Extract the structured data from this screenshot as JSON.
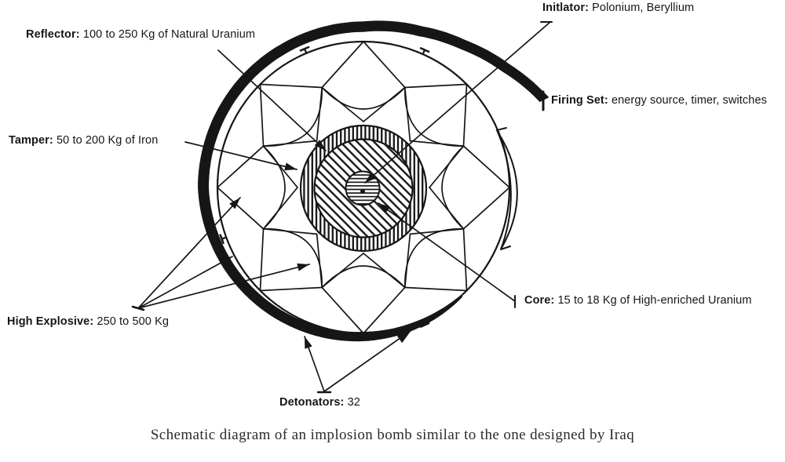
{
  "meta": {
    "ink": "#161616",
    "background": "#ffffff",
    "title": "Implosion bomb schematic"
  },
  "labels": {
    "initiator": {
      "name": "Initlator:",
      "value": "Polonium, Beryllium"
    },
    "reflector": {
      "name": "Reflector:",
      "value": "100 to 250 Kg of Natural Uranium"
    },
    "firing_set": {
      "name": "Firing Set:",
      "value": "energy source, timer, switches"
    },
    "tamper": {
      "name": "Tamper:",
      "value": "50 to 200 Kg of Iron"
    },
    "core": {
      "name": "Core:",
      "value": "15 to 18 Kg of High-enriched Uranium"
    },
    "high_explosive": {
      "name": "High Explosive:",
      "value": "250 to 500 Kg"
    },
    "detonators": {
      "name": "Detonators:",
      "value": "32"
    }
  },
  "caption": "Schematic diagram of an implosion bomb similar to the one designed by Iraq",
  "components": [
    "firing-cable-band",
    "casing-circle",
    "explosive-lens-array",
    "tamper-ring-vertical-hatch",
    "reflector-ring-diagonal-hatch",
    "core-horizontal-hatch",
    "initiator-center-dot",
    "detonator-tick-marks",
    "firing-set-bracket-arc"
  ]
}
